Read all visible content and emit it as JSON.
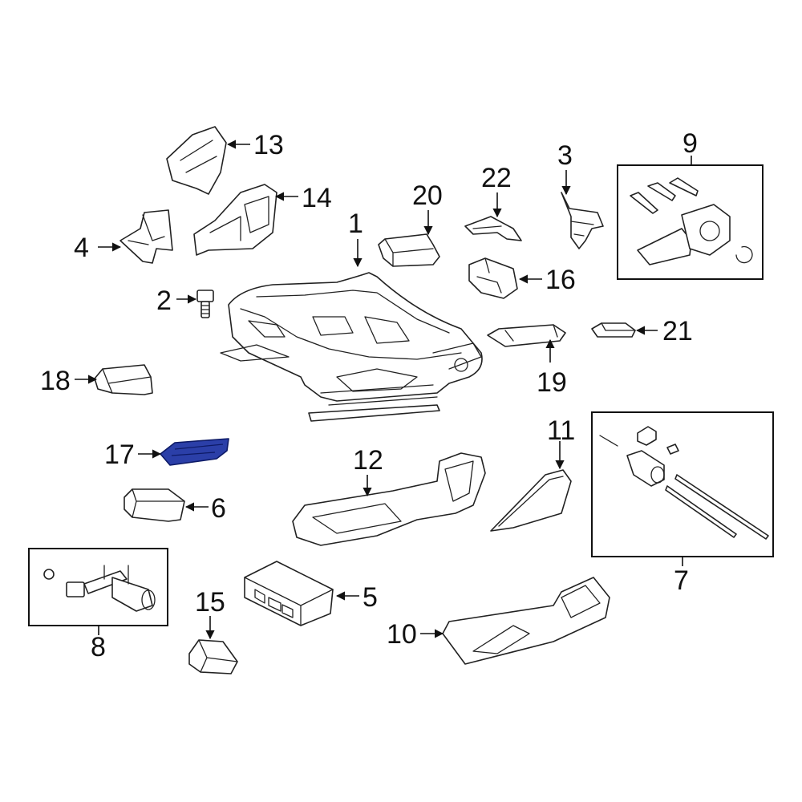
{
  "callouts": {
    "c1": "1",
    "c2": "2",
    "c3": "3",
    "c4": "4",
    "c5": "5",
    "c6": "6",
    "c7": "7",
    "c8": "8",
    "c9": "9",
    "c10": "10",
    "c11": "11",
    "c12": "12",
    "c13": "13",
    "c14": "14",
    "c15": "15",
    "c16": "16",
    "c17": "17",
    "c18": "18",
    "c19": "19",
    "c20": "20",
    "c21": "21",
    "c22": "22"
  },
  "colors": {
    "highlight_part": "#2b3fa8",
    "line": "#222222",
    "background": "#ffffff"
  },
  "highlighted_callout": "17"
}
